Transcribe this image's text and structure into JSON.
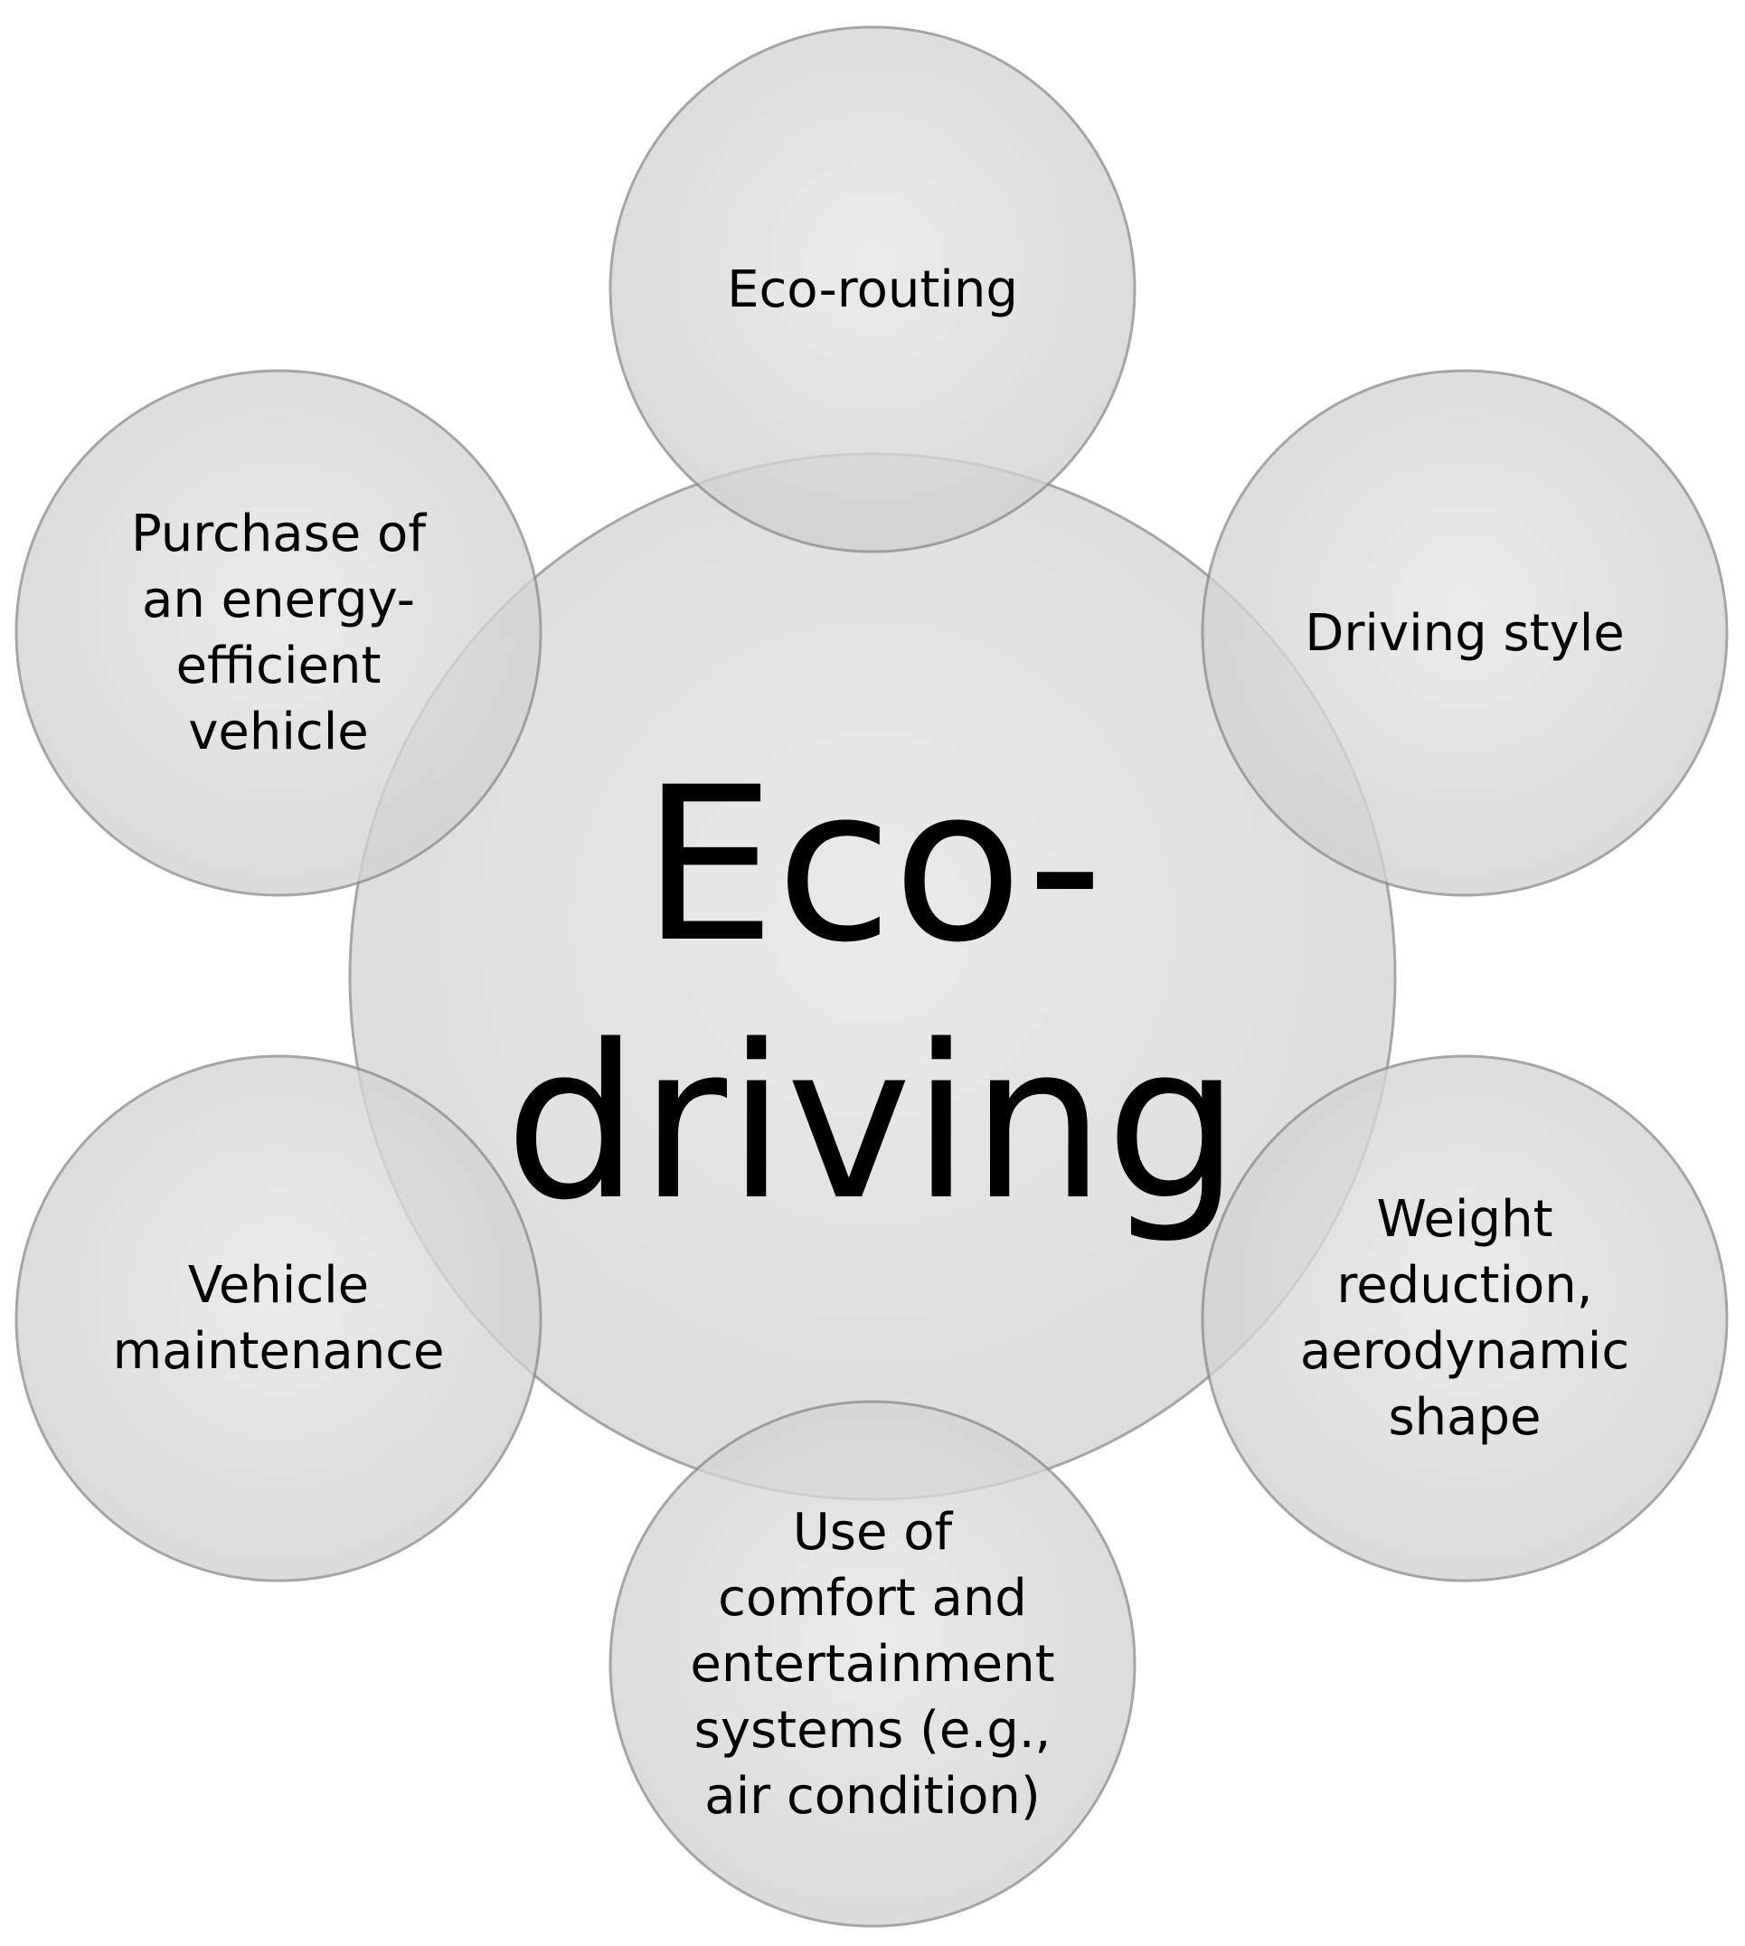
{
  "center": {
    "label": "Eco-\ndriving"
  },
  "satellites": [
    {
      "id": "eco-routing",
      "label": "Eco-routing"
    },
    {
      "id": "driving-style",
      "label": "Driving style"
    },
    {
      "id": "weight-reduction",
      "label": "Weight\nreduction,\naerodynamic\nshape"
    },
    {
      "id": "comfort-systems",
      "label": "Use of\ncomfort and\nentertainment\nsystems (e.g.,\nair condition)"
    },
    {
      "id": "vehicle-maintenance",
      "label": "Vehicle\nmaintenance"
    },
    {
      "id": "vehicle-purchase",
      "label": "Purchase of\nan energy-\nefficient\nvehicle"
    }
  ]
}
